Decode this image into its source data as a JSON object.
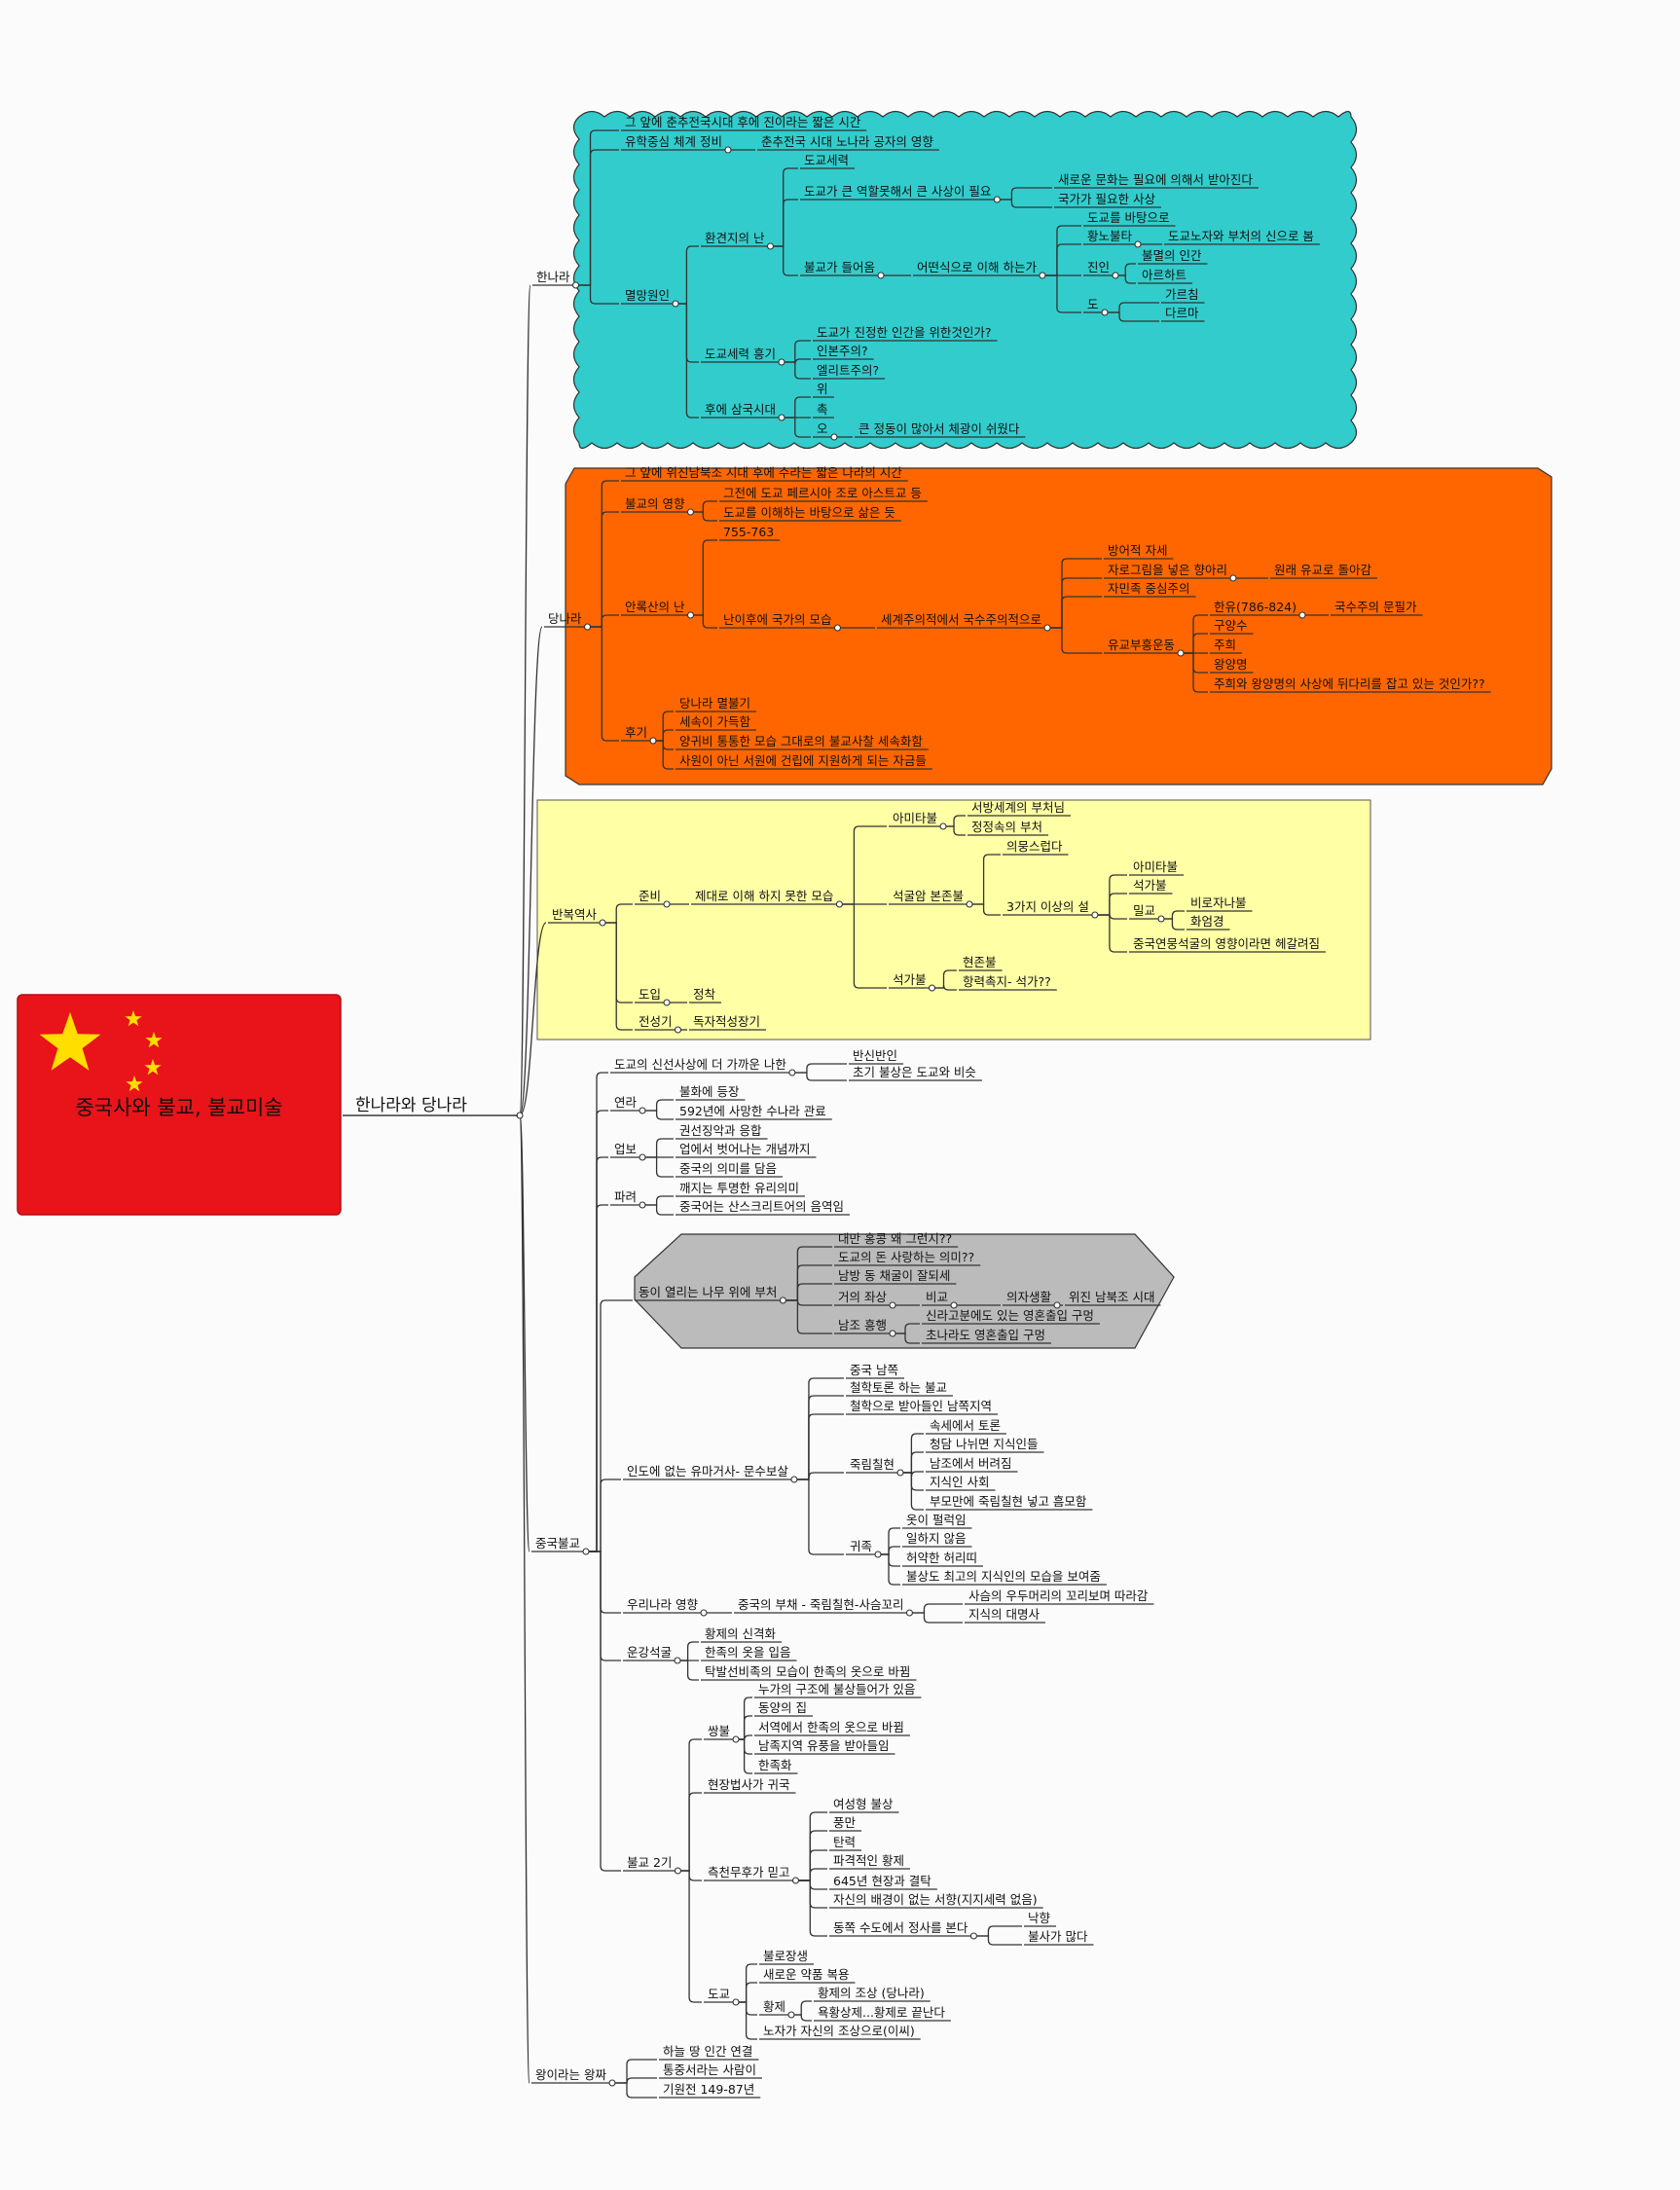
{
  "root": {
    "title": "중국사와 불교, 불교미술",
    "flag_colors": {
      "red": "#e8141a",
      "star": "#ffde00"
    }
  },
  "main_topic": "한나라와 당나라",
  "colors": {
    "han_cloud": "#33cccc",
    "tang_cloud": "#ff6600",
    "repeat_box": "#ffffa6",
    "hexagon": "#bbbbbb"
  },
  "branches": [
    {
      "label": "한나라",
      "children": [
        {
          "label": "그 앞에 춘추전국시대 후에 진이라는 짧은 시간"
        },
        {
          "label": "유학중심 체계 정비",
          "children": [
            {
              "label": "춘추전국 시대 노나라 공자의 영향"
            }
          ]
        },
        {
          "label": "멸망원인",
          "children": [
            {
              "label": "환견지의 난",
              "children": [
                {
                  "label": "도교세력"
                },
                {
                  "label": "도교가 큰 역할못해서 큰 사상이 필요",
                  "children": [
                    {
                      "label": "새로운 문화는 필요에 의해서 받아진다"
                    },
                    {
                      "label": "국가가 필요한 사상"
                    }
                  ]
                },
                {
                  "label": "불교가 들어옴",
                  "children": [
                    {
                      "label": "어떤식으로 이해 하는가",
                      "children": [
                        {
                          "label": "도교를 바탕으로"
                        },
                        {
                          "label": "황노불타",
                          "children": [
                            {
                              "label": "도교노자와 부처의 신으로 봄"
                            }
                          ]
                        },
                        {
                          "label": "진인",
                          "children": [
                            {
                              "label": "불멸의 인간"
                            },
                            {
                              "label": "아르하트"
                            }
                          ]
                        },
                        {
                          "label": "도",
                          "children": [
                            {
                              "label": "가르침"
                            },
                            {
                              "label": "다르마"
                            }
                          ]
                        }
                      ]
                    }
                  ]
                }
              ]
            },
            {
              "label": "도교세력 흥기",
              "children": [
                {
                  "label": "도교가 진정한 인간을 위한것인가?"
                },
                {
                  "label": "인본주의?"
                },
                {
                  "label": "엘리트주의?"
                }
              ]
            },
            {
              "label": "후에 삼국시대",
              "children": [
                {
                  "label": "위"
                },
                {
                  "label": "촉"
                },
                {
                  "label": "오",
                  "children": [
                    {
                      "label": "큰 정동이 많아서 체광이 쉬웠다"
                    }
                  ]
                }
              ]
            }
          ]
        }
      ]
    },
    {
      "label": "당나라",
      "children": [
        {
          "label": "그 앞에 위진남북조 시대 후에 수라는 짧은 나라의 시간"
        },
        {
          "label": "불교의 영향",
          "children": [
            {
              "label": "그전에 도교 페르시아 조로 아스트교 등"
            },
            {
              "label": "도교를 이해하는 바탕으로 삶은 듯"
            }
          ]
        },
        {
          "label": "안록산의 난",
          "children": [
            {
              "label": "755-763"
            },
            {
              "label": "난이후에 국가의 모습",
              "children": [
                {
                  "label": "세계주의적에서 국수주의적으로",
                  "children": [
                    {
                      "label": "방어적 자세"
                    },
                    {
                      "label": "자로그림을 넣은 향아리",
                      "children": [
                        {
                          "label": "원래 유교로 돌아감"
                        }
                      ]
                    },
                    {
                      "label": "자민족 중심주의"
                    },
                    {
                      "label": "유교부흥운동",
                      "children": [
                        {
                          "label": "한유(786-824)",
                          "children": [
                            {
                              "label": "국수주의 문필가"
                            }
                          ]
                        },
                        {
                          "label": "구양수"
                        },
                        {
                          "label": "주희"
                        },
                        {
                          "label": "왕양명"
                        },
                        {
                          "label": "주희와 왕양명의 사상에 뒤다리를 잡고 있는 것인가??"
                        }
                      ]
                    }
                  ]
                }
              ]
            }
          ]
        },
        {
          "label": "후기",
          "children": [
            {
              "label": "당나라 멸불기"
            },
            {
              "label": "세속이 가득함"
            },
            {
              "label": "양귀비 통통한 모습 그대로의 불교사찰 세속화함"
            },
            {
              "label": "사원이 아닌 서원에 건립에 지원하게 되는 자금들"
            }
          ]
        }
      ]
    },
    {
      "label": "반복역사",
      "children": [
        {
          "label": "준비",
          "children": [
            {
              "label": "제대로 이해 하지 못한 모습",
              "children": [
                {
                  "label": "아미타불",
                  "children": [
                    {
                      "label": "서방세계의 부처님"
                    },
                    {
                      "label": "정정속의 부처"
                    }
                  ]
                },
                {
                  "label": "석굴암 본존불",
                  "children": [
                    {
                      "label": "의뭉스럽다"
                    },
                    {
                      "label": "3가지 이상의 설",
                      "children": [
                        {
                          "label": "아미타불"
                        },
                        {
                          "label": "석가불"
                        },
                        {
                          "label": "밀교",
                          "children": [
                            {
                              "label": "비로자나불"
                            },
                            {
                              "label": "화엄경"
                            }
                          ]
                        },
                        {
                          "label": "중국연뭉석굴의 영향이라면 헤갈려짐"
                        }
                      ]
                    }
                  ]
                },
                {
                  "label": "석가불",
                  "children": [
                    {
                      "label": "현존불"
                    },
                    {
                      "label": "항력촉지- 석가??"
                    }
                  ]
                }
              ]
            }
          ]
        },
        {
          "label": "도입",
          "children": [
            {
              "label": "정착"
            }
          ]
        },
        {
          "label": "전성기",
          "children": [
            {
              "label": "독자적성장기"
            }
          ]
        }
      ]
    },
    {
      "label": "중국불교",
      "children": [
        {
          "label": "도교의 신선사상에 더 가까운 나한",
          "children": [
            {
              "label": "반신반인"
            },
            {
              "label": "초기 불상은 도교와 비슷"
            }
          ]
        },
        {
          "label": "연라",
          "children": [
            {
              "label": "불화에 등장"
            },
            {
              "label": "592년에 사망한 수나라 관료"
            }
          ]
        },
        {
          "label": "업보",
          "children": [
            {
              "label": "권선징악과 응합"
            },
            {
              "label": "업에서 벗어나는 개념까지"
            },
            {
              "label": "중국의 의미를 담음"
            }
          ]
        },
        {
          "label": "파려",
          "children": [
            {
              "label": "깨지는 투명한 유리의미"
            },
            {
              "label": "중국어는 산스크리트어의 음역임"
            }
          ]
        },
        {
          "label": "동이 열리는 나무 위에 부처",
          "children": [
            {
              "label": "대만 홍콩 왜 그런지??"
            },
            {
              "label": "도교의 돈 사랑하는 의미??"
            },
            {
              "label": "남방 동 채굴이 잘되세"
            },
            {
              "label": "거의 좌상",
              "children": [
                {
                  "label": "비교",
                  "children": [
                    {
                      "label": "의자생활",
                      "children": [
                        {
                          "label": "위진 남북조 시대"
                        }
                      ]
                    }
                  ]
                }
              ]
            },
            {
              "label": "남조 흥행",
              "children": [
                {
                  "label": "신라고분에도 있는 영혼출입 구멍"
                },
                {
                  "label": "초나라도 영혼출입 구멍"
                }
              ]
            }
          ]
        },
        {
          "label": "인도에 없는 유마거사- 문수보살",
          "children": [
            {
              "label": "중국 남쪽"
            },
            {
              "label": "철학토론 하는 불교"
            },
            {
              "label": "철학으로 받아들인 남쪽지역"
            },
            {
              "label": "죽림칠현",
              "children": [
                {
                  "label": "속세에서 토론"
                },
                {
                  "label": "청담 나뉘면 지식인들"
                },
                {
                  "label": "남조에서 버려짐"
                },
                {
                  "label": "지식인 사회"
                },
                {
                  "label": "부모만에 죽림칠현 넣고 흠모함"
                }
              ]
            },
            {
              "label": "귀족",
              "children": [
                {
                  "label": "옷이 펄럭임"
                },
                {
                  "label": "일하지 않음"
                },
                {
                  "label": "허약한 허리띠"
                },
                {
                  "label": "불상도 최고의 지식인의 모습을 보여줌"
                }
              ]
            }
          ]
        },
        {
          "label": "우리나라 영향",
          "children": [
            {
              "label": "중국의 부채 - 죽림칠현-사슴꼬리",
              "children": [
                {
                  "label": "사슴의 우두머리의 꼬리보며 따라감"
                },
                {
                  "label": "지식의 대명사"
                }
              ]
            }
          ]
        },
        {
          "label": "운강석굴",
          "children": [
            {
              "label": "황제의 신격화"
            },
            {
              "label": "한족의 옷을 입음"
            },
            {
              "label": "탁발선비족의 모습이 한족의 옷으로 바뀜"
            }
          ]
        },
        {
          "label": "불교 2기",
          "children": [
            {
              "label": "쌍불",
              "children": [
                {
                  "label": "누가의 구조에 불상들어가 있음"
                },
                {
                  "label": "동양의 집"
                },
                {
                  "label": "서역에서 한족의 옷으로 바뀜"
                },
                {
                  "label": "남족지역 유풍을 받아들임"
                },
                {
                  "label": "한족화"
                }
              ]
            },
            {
              "label": "현장법사가 귀국"
            },
            {
              "label": "측천무후가 믿고",
              "children": [
                {
                  "label": "여성형 불상"
                },
                {
                  "label": "풍만"
                },
                {
                  "label": "탄력"
                },
                {
                  "label": "파격적인 황제"
                },
                {
                  "label": "645년 현장과 결탁"
                },
                {
                  "label": "자신의 배경이 없는 서향(지지세력 없음)"
                },
                {
                  "label": "동쪽 수도에서 정사를 본다",
                  "children": [
                    {
                      "label": "낙향"
                    },
                    {
                      "label": "불사가 많다"
                    }
                  ]
                }
              ]
            },
            {
              "label": "도교",
              "children": [
                {
                  "label": "불로장생"
                },
                {
                  "label": "새로운 약품 복용"
                },
                {
                  "label": "황제",
                  "children": [
                    {
                      "label": "황제의 조상 (당나라)"
                    },
                    {
                      "label": "욕황상제...황제로 끝난다"
                    }
                  ]
                },
                {
                  "label": "노자가 자신의 조상으로(이씨)"
                }
              ]
            }
          ]
        }
      ]
    },
    {
      "label": "왕이라는 왕짜",
      "children": [
        {
          "label": "하늘 땅 인간 연결"
        },
        {
          "label": "통중서라는 사람이"
        },
        {
          "label": "기원전 149-87년"
        }
      ]
    }
  ]
}
